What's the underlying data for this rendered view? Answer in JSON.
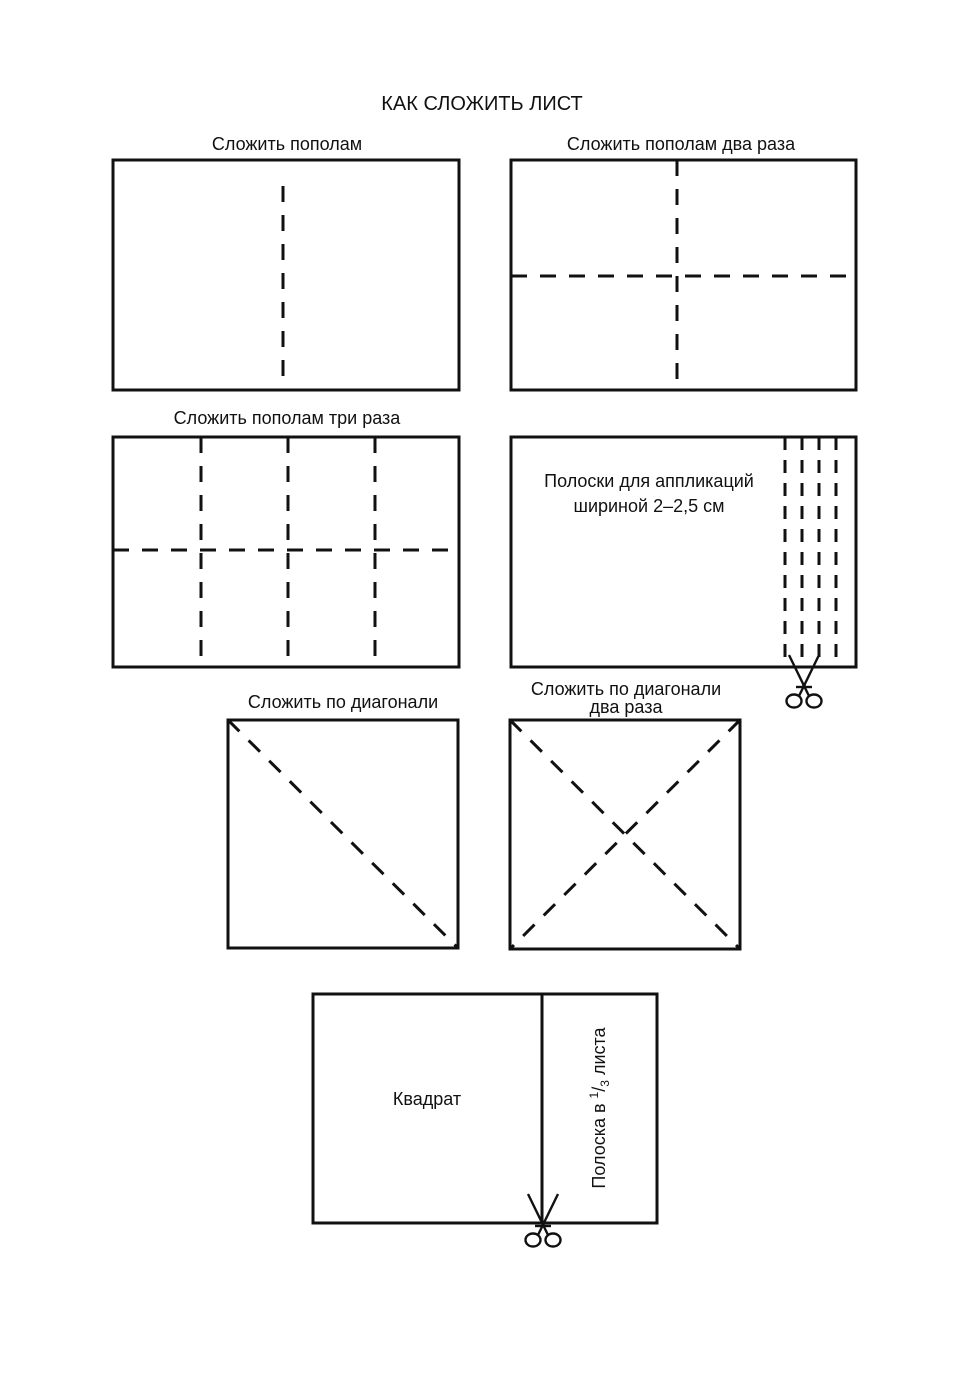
{
  "title": "КАК СЛОЖИТЬ ЛИСТ",
  "panels": {
    "half": {
      "label": "Сложить пополам"
    },
    "half_twice": {
      "label": "Сложить пополам два раза"
    },
    "half_thrice": {
      "label": "Сложить пополам три раза"
    },
    "strips": {
      "label_line1": "Полоски для аппликаций",
      "label_line2": "шириной 2–2,5 см"
    },
    "diagonal": {
      "label": "Сложить по диагонали"
    },
    "diagonal_twice": {
      "label_line1": "Сложить по диагонали",
      "label_line2": "два раза"
    },
    "square": {
      "square_label": "Квадрат",
      "strip_text_before": "Полоска в ",
      "strip_fraction_num": "1",
      "strip_fraction_slash": "/",
      "strip_fraction_den": "3",
      "strip_text_after": " листа"
    }
  },
  "icons": [
    "scissors-icon"
  ]
}
